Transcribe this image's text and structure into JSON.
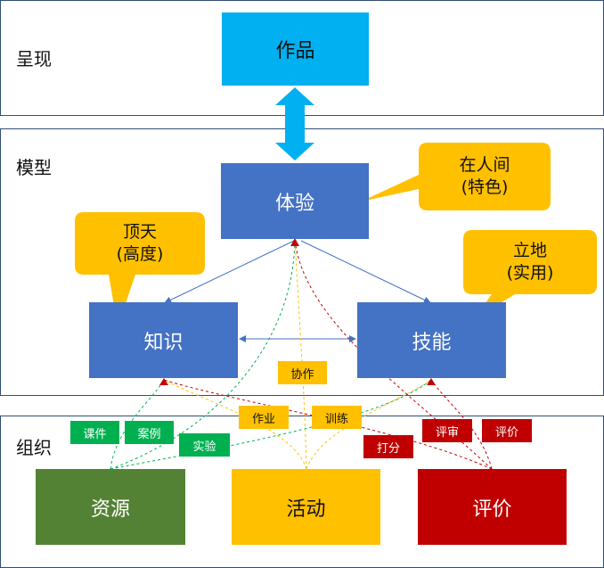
{
  "layers": {
    "presentation": "呈现",
    "model": "模型",
    "organization": "组织"
  },
  "boxes": {
    "work": "作品",
    "experience": "体验",
    "knowledge": "知识",
    "skill": "技能",
    "resource": "资源",
    "activity": "活动",
    "evaluation": "评价"
  },
  "callouts": {
    "sky": {
      "line1": "顶天",
      "line2": "(高度)"
    },
    "human": {
      "line1": "在人间",
      "line2": "(特色)"
    },
    "ground": {
      "line1": "立地",
      "line2": "(实用)"
    }
  },
  "tags": {
    "courseware": "课件",
    "case": "案例",
    "experiment": "实验",
    "homework": "作业",
    "collaboration": "协作",
    "training": "训练",
    "scoring": "打分",
    "review": "评审",
    "appraisal": "评价"
  },
  "colors": {
    "light_blue": "#00b0f0",
    "model_blue": "#4472c4",
    "callout_gold": "#ffc000",
    "green": "#548235",
    "tag_green": "#00b050",
    "red": "#c00000",
    "layer_border": "#2f4f75"
  }
}
